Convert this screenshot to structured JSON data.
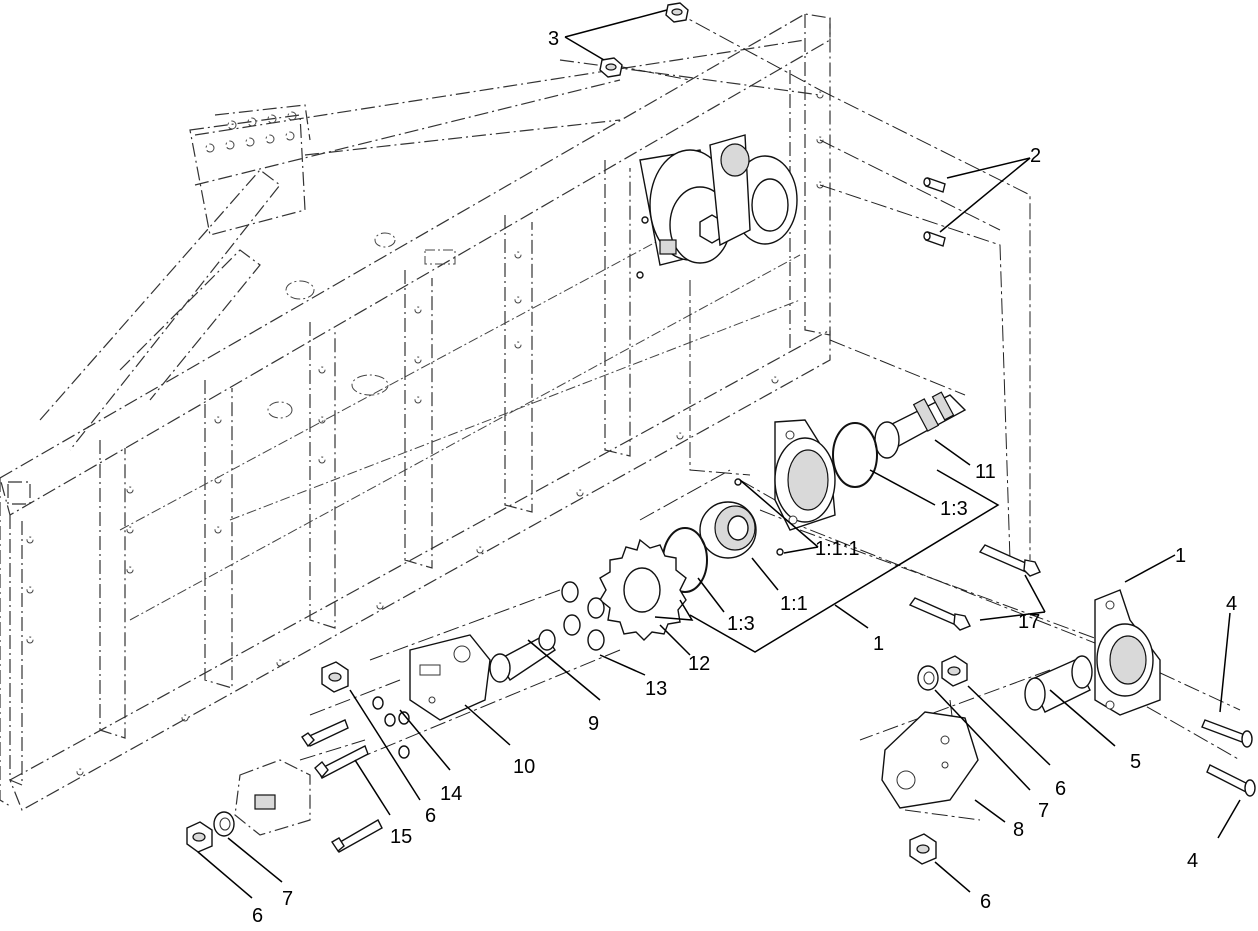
{
  "callouts": {
    "c1_top": "1",
    "c1_bottom": "1",
    "c2": "2",
    "c3": "3",
    "c4_top": "4",
    "c4_bottom": "4",
    "c5": "5",
    "c6_left_bottom": "6",
    "c6_left": "6",
    "c6_right_top": "6",
    "c6_right_bottom": "6",
    "c7_left": "7",
    "c7_right": "7",
    "c8": "8",
    "c9": "9",
    "c10": "10",
    "c11": "11",
    "c12": "12",
    "c13": "13",
    "c14": "14",
    "c15": "15",
    "c17": "17",
    "ratio_1_1_1": "1:1:1",
    "ratio_1_1": "1:1",
    "ratio_1_3_left": "1:3",
    "ratio_1_3_right": "1:3"
  }
}
